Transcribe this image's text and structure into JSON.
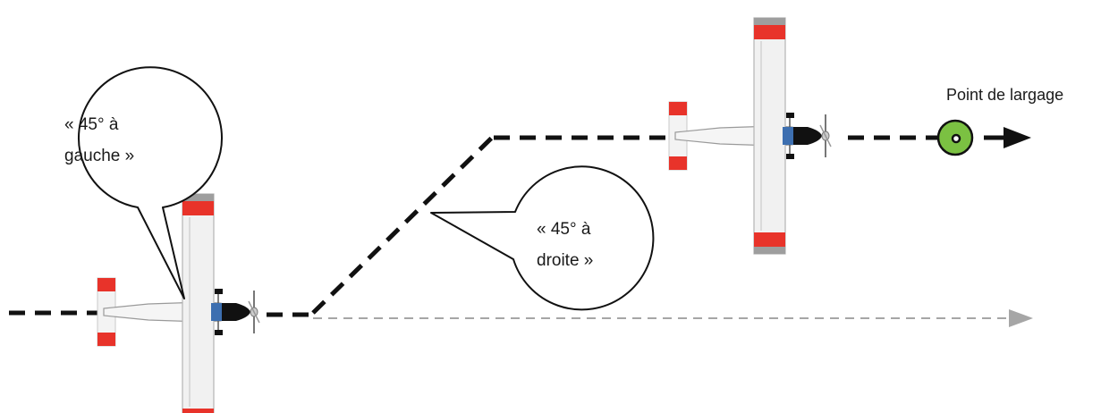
{
  "labels": {
    "bubble_left_line1": "« 45° à",
    "bubble_left_line2": "gauche »",
    "bubble_right_line1": "« 45° à",
    "bubble_right_line2": "droite »",
    "drop_point": "Point de largage"
  },
  "colors": {
    "path": "#111111",
    "reference_path": "#a6a6a6",
    "drop_marker": "#7bc142",
    "wing_tip": "#e8332a",
    "aircraft_body": "#f3f3f3"
  },
  "icons": {
    "aircraft": "aircraft-top-view-icon",
    "drop_marker": "target-marker-icon"
  }
}
